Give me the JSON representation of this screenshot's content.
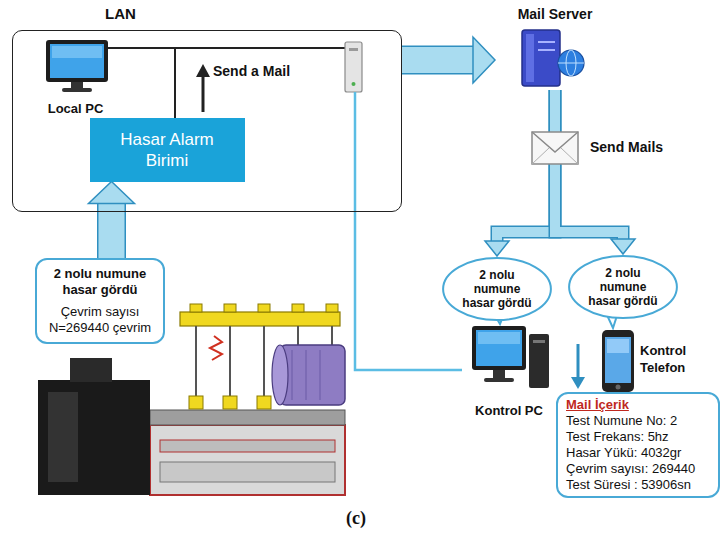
{
  "diagram": {
    "caption": "(c)",
    "nodes": [
      {
        "text": [
          "LAN"
        ]
      },
      {
        "text": [
          "Local PC"
        ],
        "in": 0
      },
      {
        "text": [
          "Hasar Alarm Birimi"
        ],
        "in": 0
      },
      {
        "text": [
          "Mail Server"
        ]
      },
      {
        "text": [
          "2 nolu numune hasar gördü",
          "Çevrim sayısı N=269440 çevrim"
        ]
      },
      {
        "text": [
          "2 nolu numune hasar gördü"
        ]
      },
      {
        "text": [
          "2 nolu numune hasar gördü"
        ]
      },
      {
        "text": [
          "Kontrol PC"
        ]
      },
      {
        "text": [
          "Kontrol Telefon"
        ]
      },
      {
        "text": [
          "Mail İçerik",
          "Test Numune No: 2",
          "Test Frekans: 5hz",
          "Hasar Yükü: 4032gr",
          "Çevrim sayısı: 269440",
          "Test Süresi : 53906sn"
        ]
      }
    ],
    "edges": [
      {
        "from": 4,
        "to": 2,
        "arrow": "to"
      },
      {
        "from": 0,
        "to": 3,
        "arrow": "to"
      },
      {
        "from": 3,
        "to": 5,
        "arrow": "to"
      },
      {
        "from": 3,
        "to": 6,
        "arrow": "to"
      },
      {
        "from": 0,
        "to": 7,
        "arrow": "none"
      }
    ],
    "labels": [
      "Send a Mail",
      "Send Mails"
    ]
  }
}
